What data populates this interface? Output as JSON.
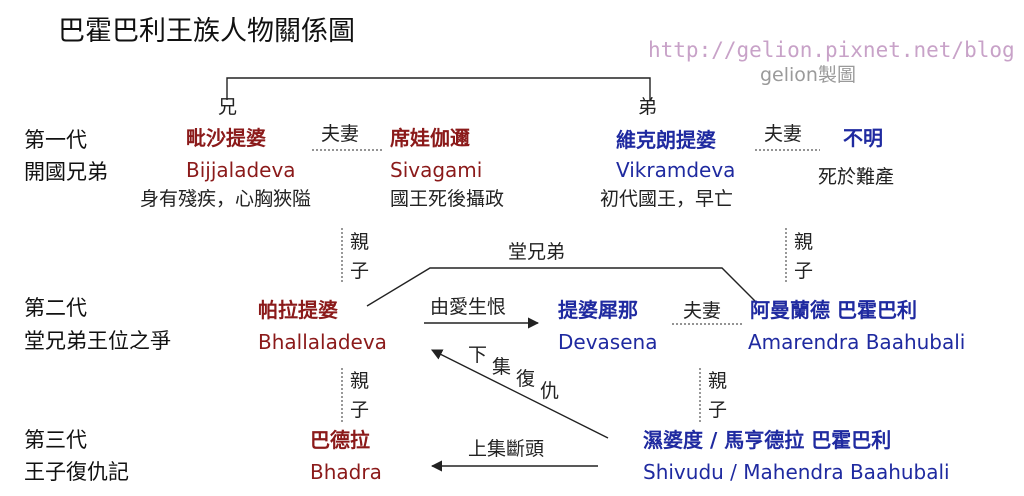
{
  "title": "巴霍巴利王族人物關係圖",
  "watermark": {
    "url": "http://gelion.pixnet.net/blog",
    "credit": "gelion製圖"
  },
  "generations": [
    {
      "line1": "第一代",
      "line2": "開國兄弟"
    },
    {
      "line1": "第二代",
      "line2": "堂兄弟王位之爭"
    },
    {
      "line1": "第三代",
      "line2": "王子復仇記"
    }
  ],
  "people": {
    "bijjaladeva": {
      "cn": "毗沙提婆",
      "en": "Bijjaladeva",
      "note": "身有殘疾，心胸狹隘"
    },
    "sivagami": {
      "cn": "席娃伽邇",
      "en": "Sivagami",
      "note": "國王死後攝政"
    },
    "vikramdeva": {
      "cn": "維克朗提婆",
      "en": "Vikramdeva",
      "note": "初代國王，早亡"
    },
    "unknown": {
      "cn": "不明",
      "note": "死於難產"
    },
    "bhallaladeva": {
      "cn": "帕拉提婆",
      "en": "Bhallaladeva"
    },
    "devasena": {
      "cn": "提婆犀那",
      "en": "Devasena"
    },
    "amarendra": {
      "cn": "阿曼蘭德 巴霍巴利",
      "en": "Amarendra Baahubali"
    },
    "bhadra": {
      "cn": "巴德拉",
      "en": "Bhadra"
    },
    "shivudu": {
      "cn": "濕婆度 / 馬亨德拉 巴霍巴利",
      "en": "Shivudu / Mahendra Baahubali"
    }
  },
  "relations": {
    "elder_brother": "兄",
    "younger_brother": "弟",
    "spouse": "夫妻",
    "parent_child": [
      "親",
      "子"
    ],
    "cousins": "堂兄弟",
    "hate": "由愛生恨",
    "sequel_revenge": [
      "下",
      "集",
      "復",
      "仇"
    ],
    "sequel_beheading": "上集斷頭"
  },
  "colors": {
    "villain_side": "#8b1a1a",
    "hero_side": "#1f2aa0",
    "watermark": "#c8a2c8"
  }
}
